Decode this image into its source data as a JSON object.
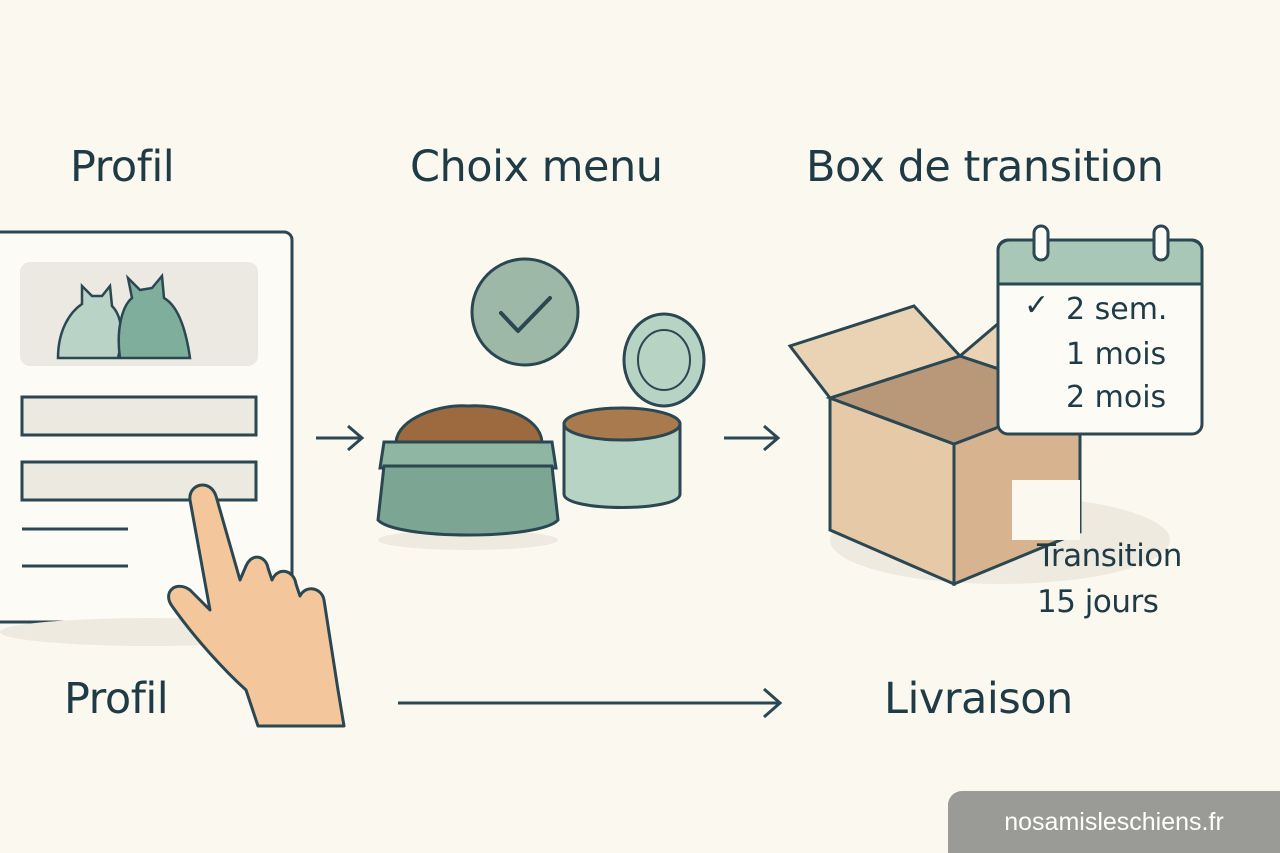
{
  "steps": {
    "profil_title": "Profil",
    "menu_title": "Choix menu",
    "box_title": "Box de transition"
  },
  "bottom": {
    "start_label": "Profil",
    "end_label": "Livraison"
  },
  "calendar": {
    "items": [
      "2 sem.",
      "1 mois",
      "2 mois"
    ],
    "checked": "✓"
  },
  "transition": {
    "line1": "Transition",
    "line2": "15 jours"
  },
  "watermark": "nosamisleschiens.fr",
  "colors": {
    "ink": "#1f3b46",
    "sage": "#8fb5a3",
    "sage_light": "#b7d3c4",
    "cardboard": "#e6c9a6",
    "cardboard_dark": "#cfa985",
    "skin": "#f3c79b",
    "kibble": "#9c6a3e",
    "background": "#fbf8f0"
  }
}
